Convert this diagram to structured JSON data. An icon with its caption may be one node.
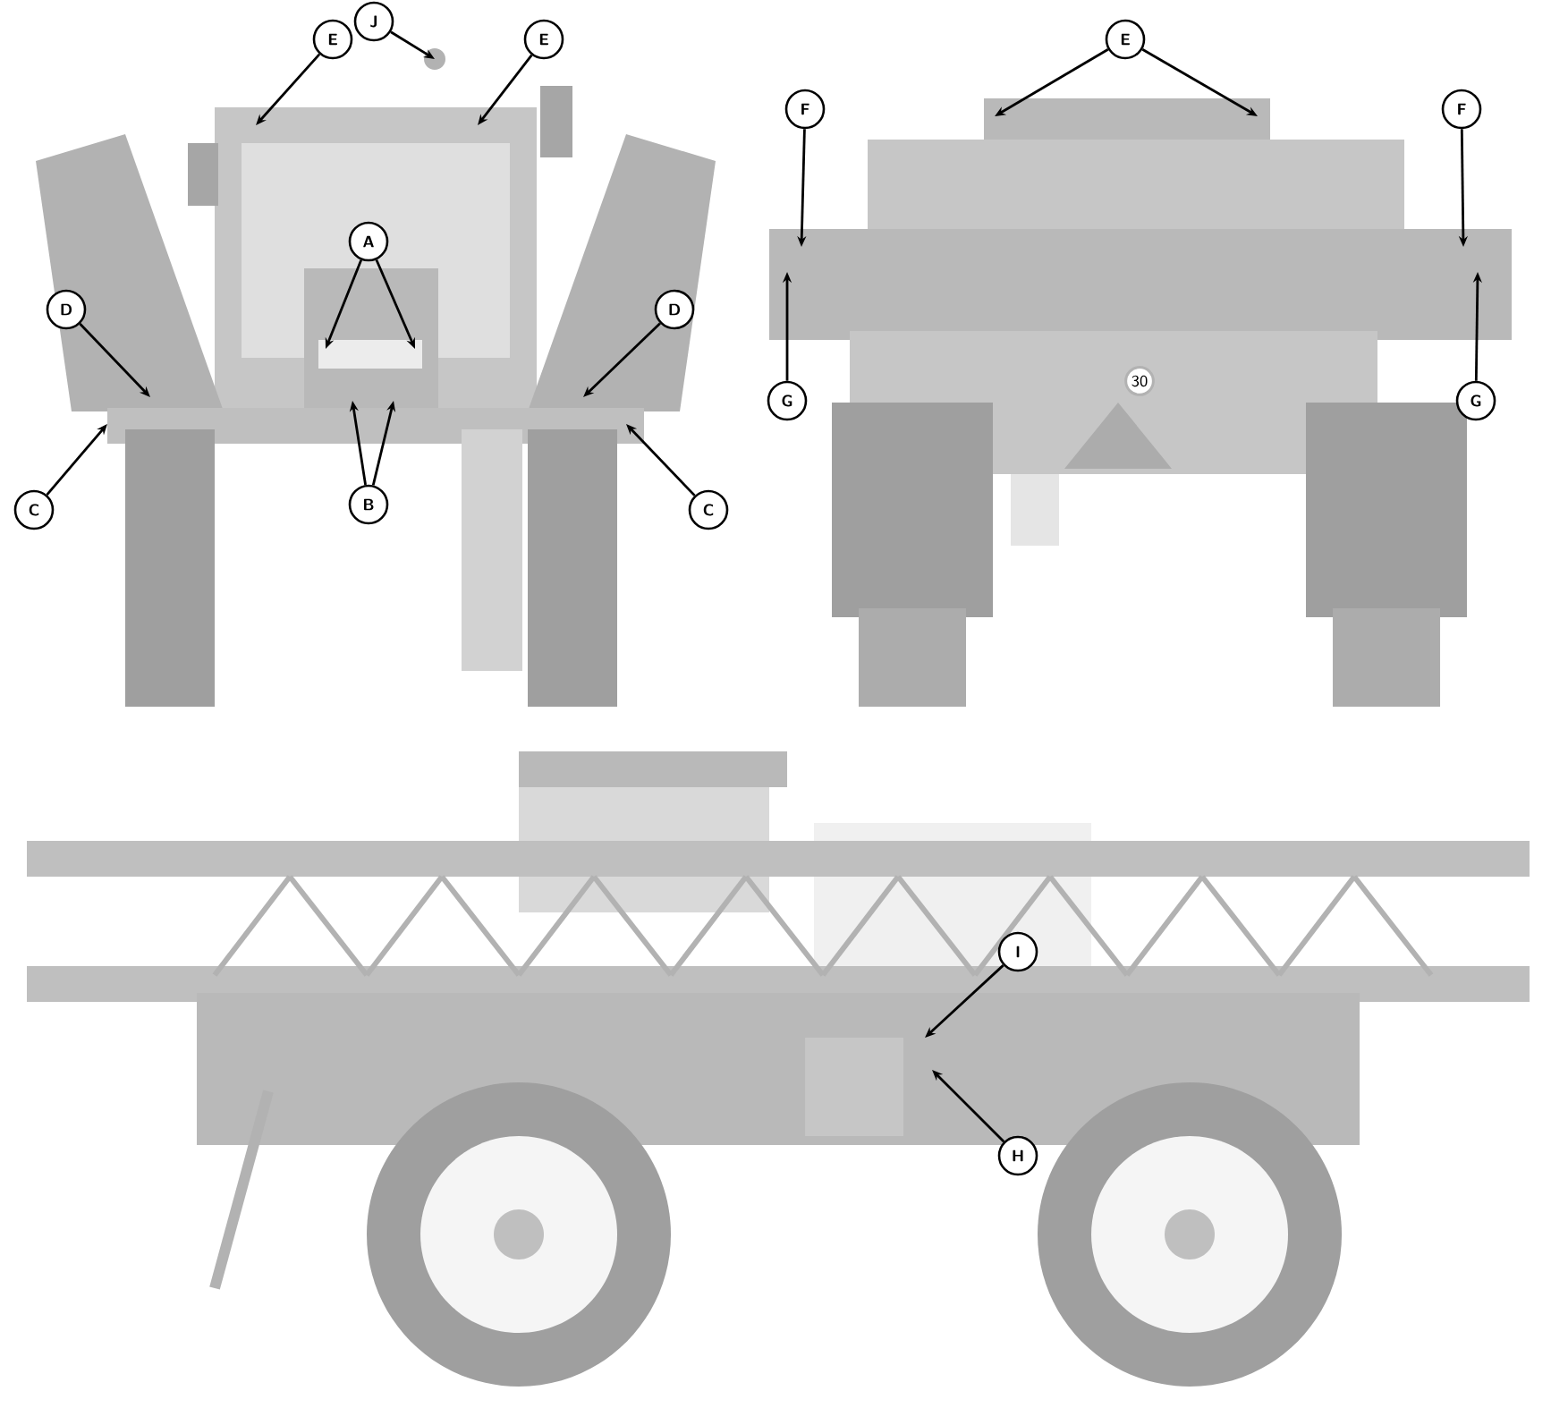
{
  "diagram": {
    "nodes": [
      {
        "text": [
          "J"
        ]
      },
      {
        "text": [
          "E"
        ]
      },
      {
        "text": [
          "E"
        ]
      },
      {
        "text": [
          "A"
        ]
      },
      {
        "text": [
          "D"
        ]
      },
      {
        "text": [
          "D"
        ]
      },
      {
        "text": [
          "C"
        ]
      },
      {
        "text": [
          "B"
        ]
      },
      {
        "text": [
          "C"
        ]
      },
      {
        "text": [
          "E"
        ]
      },
      {
        "text": [
          "F"
        ]
      },
      {
        "text": [
          "F"
        ]
      },
      {
        "text": [
          "G"
        ]
      },
      {
        "text": [
          "G"
        ]
      },
      {
        "text": [
          "I"
        ]
      },
      {
        "text": [
          "H"
        ]
      }
    ],
    "edges": [
      {
        "from": 0,
        "to": null,
        "arrow": "to"
      },
      {
        "from": 1,
        "to": null,
        "arrow": "to"
      },
      {
        "from": 2,
        "to": null,
        "arrow": "to"
      },
      {
        "from": 3,
        "to": null,
        "arrow": "to"
      },
      {
        "from": 3,
        "to": null,
        "arrow": "to"
      },
      {
        "from": 4,
        "to": null,
        "arrow": "to"
      },
      {
        "from": 5,
        "to": null,
        "arrow": "to"
      },
      {
        "from": 6,
        "to": null,
        "arrow": "to"
      },
      {
        "from": 7,
        "to": null,
        "arrow": "to"
      },
      {
        "from": 7,
        "to": null,
        "arrow": "to"
      },
      {
        "from": 8,
        "to": null,
        "arrow": "to"
      },
      {
        "from": 9,
        "to": null,
        "arrow": "to"
      },
      {
        "from": 9,
        "to": null,
        "arrow": "to"
      },
      {
        "from": 10,
        "to": null,
        "arrow": "to"
      },
      {
        "from": 11,
        "to": null,
        "arrow": "to"
      },
      {
        "from": 12,
        "to": null,
        "arrow": "to"
      },
      {
        "from": 13,
        "to": null,
        "arrow": "to"
      },
      {
        "from": 14,
        "to": null,
        "arrow": "to"
      },
      {
        "from": 15,
        "to": null,
        "arrow": "to"
      }
    ],
    "labels": [
      "30"
    ]
  }
}
